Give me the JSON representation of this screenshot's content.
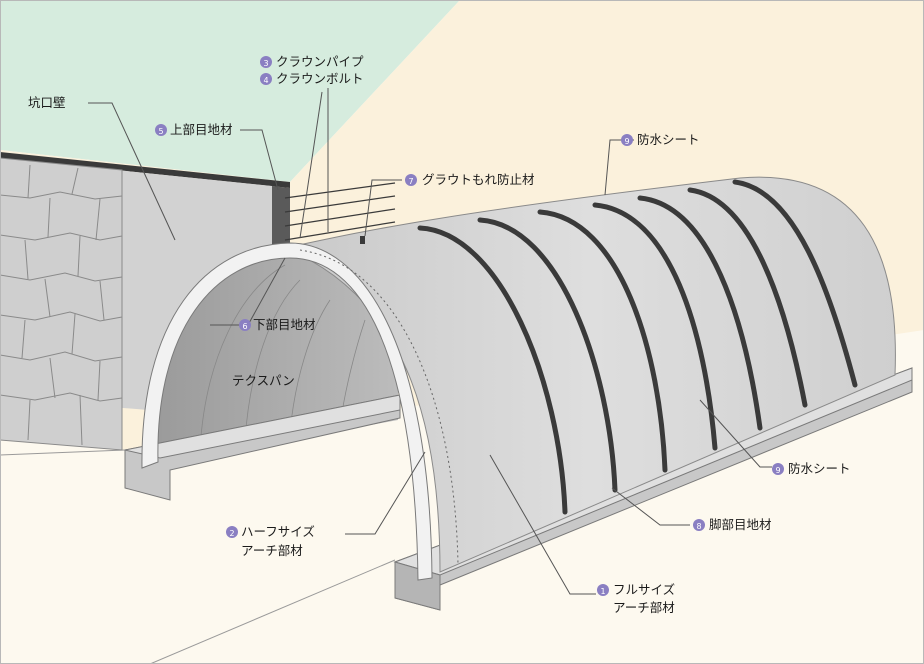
{
  "labels": {
    "crown_pipe": "クラウンパイプ",
    "crown_bolt": "クラウンボルト",
    "portal_wall": "坑口壁",
    "upper_joint": "上部目地材",
    "grout_stop": "グラウトもれ防止材",
    "waterproof_top": "防水シート",
    "lower_joint": "下部目地材",
    "texspan": "テクスパン",
    "waterproof_side": "防水シート",
    "footing_joint": "脚部目地材",
    "half_arch_1": "ハーフサイズ",
    "half_arch_2": "アーチ部材",
    "full_arch_1": "フルサイズ",
    "full_arch_2": "アーチ部材"
  },
  "badges": {
    "crown_pipe": "3",
    "crown_bolt": "4",
    "upper_joint": "5",
    "grout_stop": "7",
    "waterproof_top": "9",
    "lower_joint": "6",
    "waterproof_side": "9",
    "footing_joint": "8",
    "half_arch": "2",
    "full_arch": "1"
  },
  "colors": {
    "badge": "#8a7fc2",
    "sky": "#d6ecde",
    "ground": "#fbf1dc",
    "arch": "#d9d9d9",
    "rib": "#3a3a3a"
  }
}
